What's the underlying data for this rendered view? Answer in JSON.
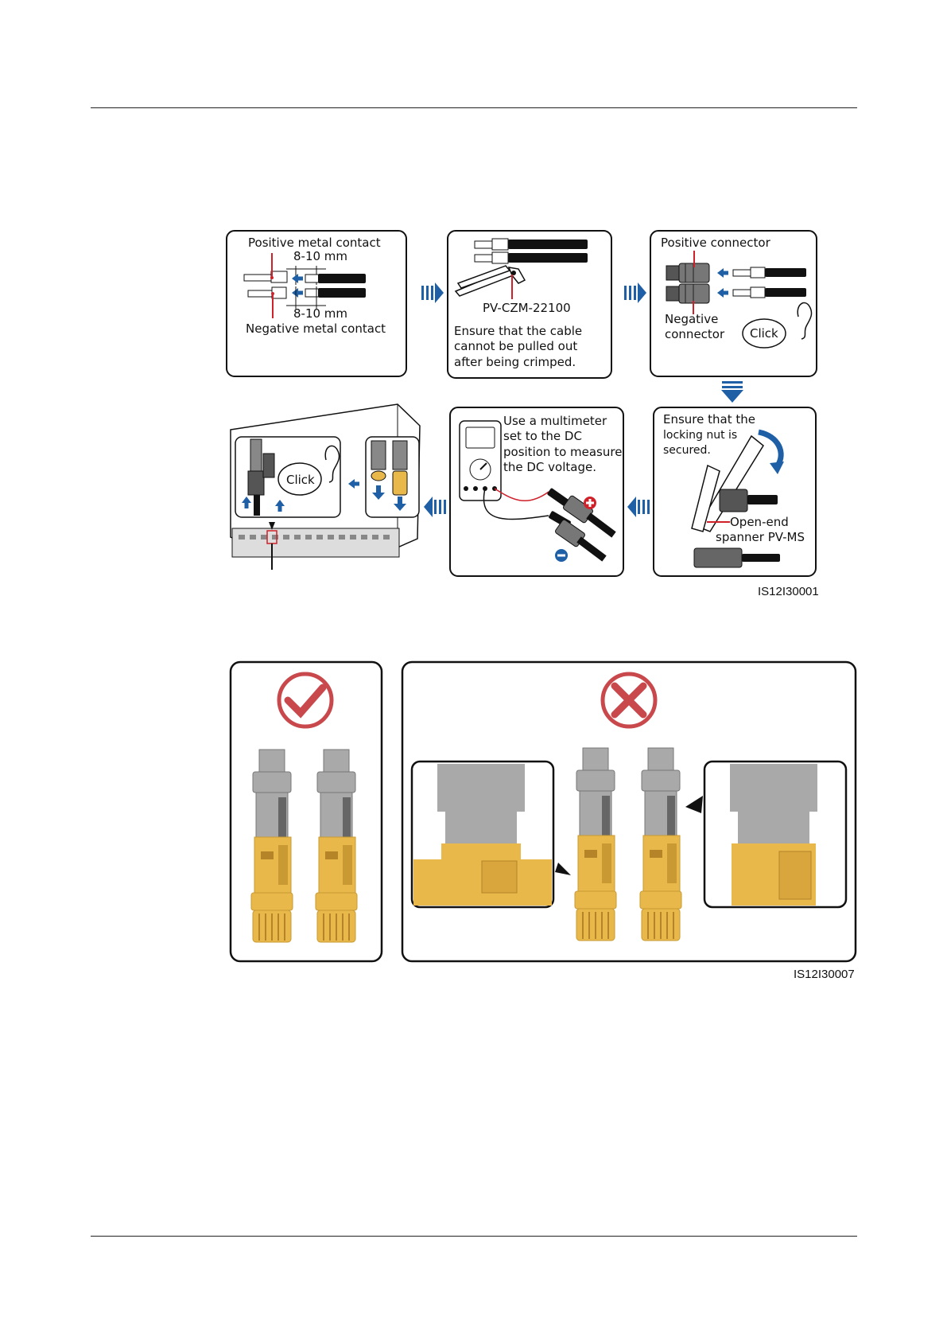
{
  "figure1": {
    "id": "IS12I30001",
    "panel1": {
      "positive_metal_contact": "Positive metal contact",
      "dim_top": "8-10 mm",
      "dim_bottom": "8-10 mm",
      "negative_metal_contact": "Negative metal contact"
    },
    "panel2": {
      "tool": "PV-CZM-22100",
      "note_line1": "Ensure that the cable",
      "note_line2": "cannot be pulled out",
      "note_line3": "after being crimped."
    },
    "panel3": {
      "positive_connector": "Positive connector",
      "negative_line1": "Negative",
      "negative_line2": "connector",
      "click": "Click"
    },
    "panel4": {
      "note_line1": "Ensure that the",
      "note_line2": "locking nut is",
      "note_line3": "secured.",
      "spanner_line1": "Open-end",
      "spanner_line2": "spanner PV-MS"
    },
    "panel5": {
      "note_line1": "Use a multimeter",
      "note_line2": "set to the DC",
      "note_line3": "position to measure",
      "note_line4": "the DC voltage."
    },
    "panel6": {
      "click": "Click"
    }
  },
  "figure2": {
    "id": "IS12I30007",
    "correct_icon": "check-circle-icon",
    "incorrect_icon": "cross-circle-icon"
  },
  "colors": {
    "arrow_blue": "#1e5fa6",
    "connector_yellow": "#e8b84a",
    "connector_gray": "#a9a9a9",
    "mark_red": "#c9484c",
    "wire_red": "#d0202a"
  }
}
